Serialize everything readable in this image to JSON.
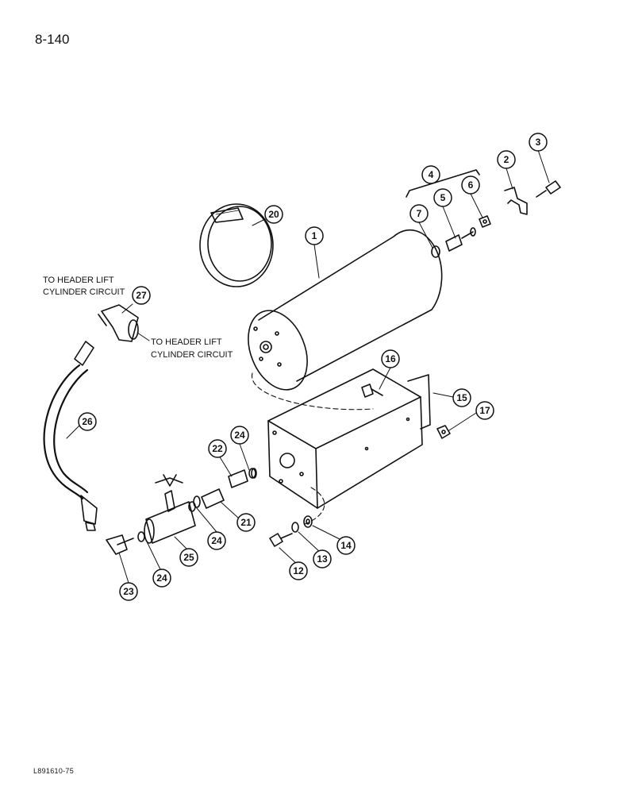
{
  "page": {
    "number": "8-140",
    "footer_code": "L891610-75"
  },
  "labels": {
    "header_lift_top_1": "TO HEADER LIFT",
    "header_lift_top_2": "CYLINDER CIRCUIT",
    "header_lift_right_1": "TO HEADER LIFT",
    "header_lift_right_2": "CYLINDER CIRCUIT"
  },
  "callouts": {
    "c1": "1",
    "c2": "2",
    "c3": "3",
    "c4": "4",
    "c5": "5",
    "c6": "6",
    "c7": "7",
    "c12": "12",
    "c13": "13",
    "c14": "14",
    "c15": "15",
    "c16": "16",
    "c17": "17",
    "c20": "20",
    "c21": "21",
    "c22": "22",
    "c23": "23",
    "c24a": "24",
    "c24b": "24",
    "c24c": "24",
    "c25": "25",
    "c26": "26",
    "c27": "27"
  }
}
